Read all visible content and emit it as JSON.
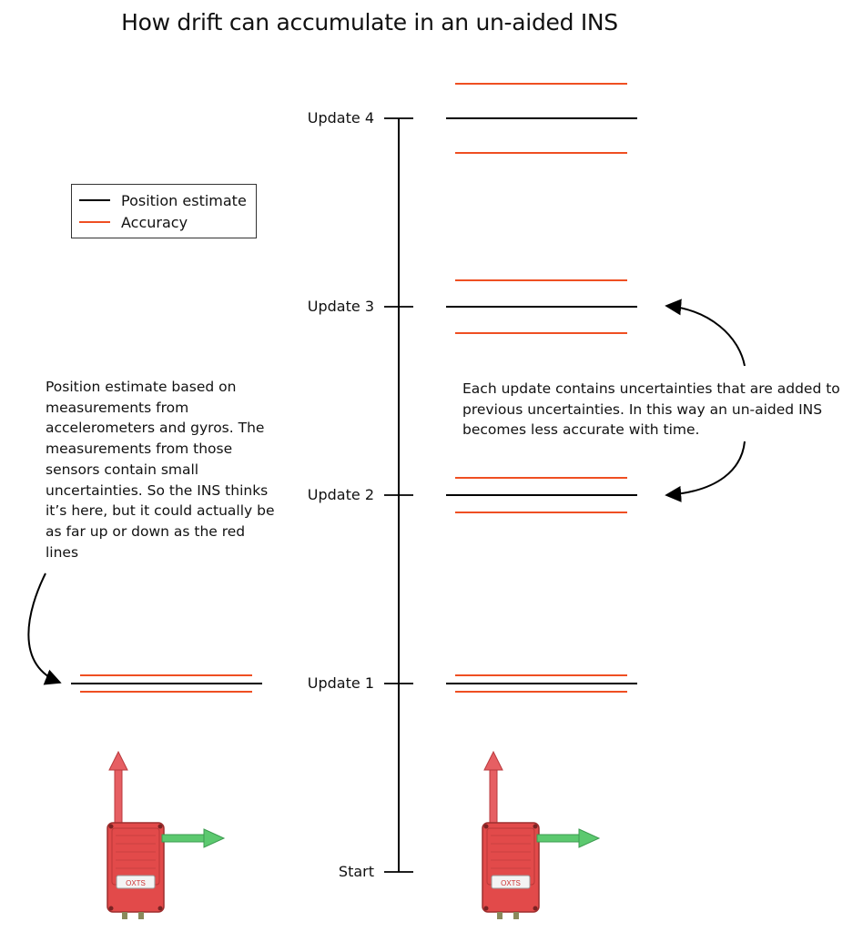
{
  "title": "How drift can accumulate  in an un-aided INS",
  "colors": {
    "estimate": "#000000",
    "accuracy": "#ef4f22",
    "device_body": "#e24a4a",
    "up_arrow": "#e65f63",
    "right_arrow": "#5cc96f"
  },
  "legend": {
    "estimate_label": "Position estimate",
    "accuracy_label": "Accuracy"
  },
  "timeline": {
    "labels": [
      "Start",
      "Update 1",
      "Update 2",
      "Update 3",
      "Update 4"
    ]
  },
  "notes": {
    "left": [
      "Position estimate based on",
      "measurements from",
      "accelerometers and gyros. The",
      "measurements from those",
      "sensors contain small",
      "uncertainties. So the INS thinks",
      "it’s here, but it could actually be",
      "as far up or down as the red",
      "lines"
    ],
    "right": [
      "Each update contains uncertainties that are added to",
      "previous uncertainties. In this way an un-aided INS",
      "becomes less accurate with time."
    ]
  },
  "device": {
    "logo_text": "OXTS"
  }
}
